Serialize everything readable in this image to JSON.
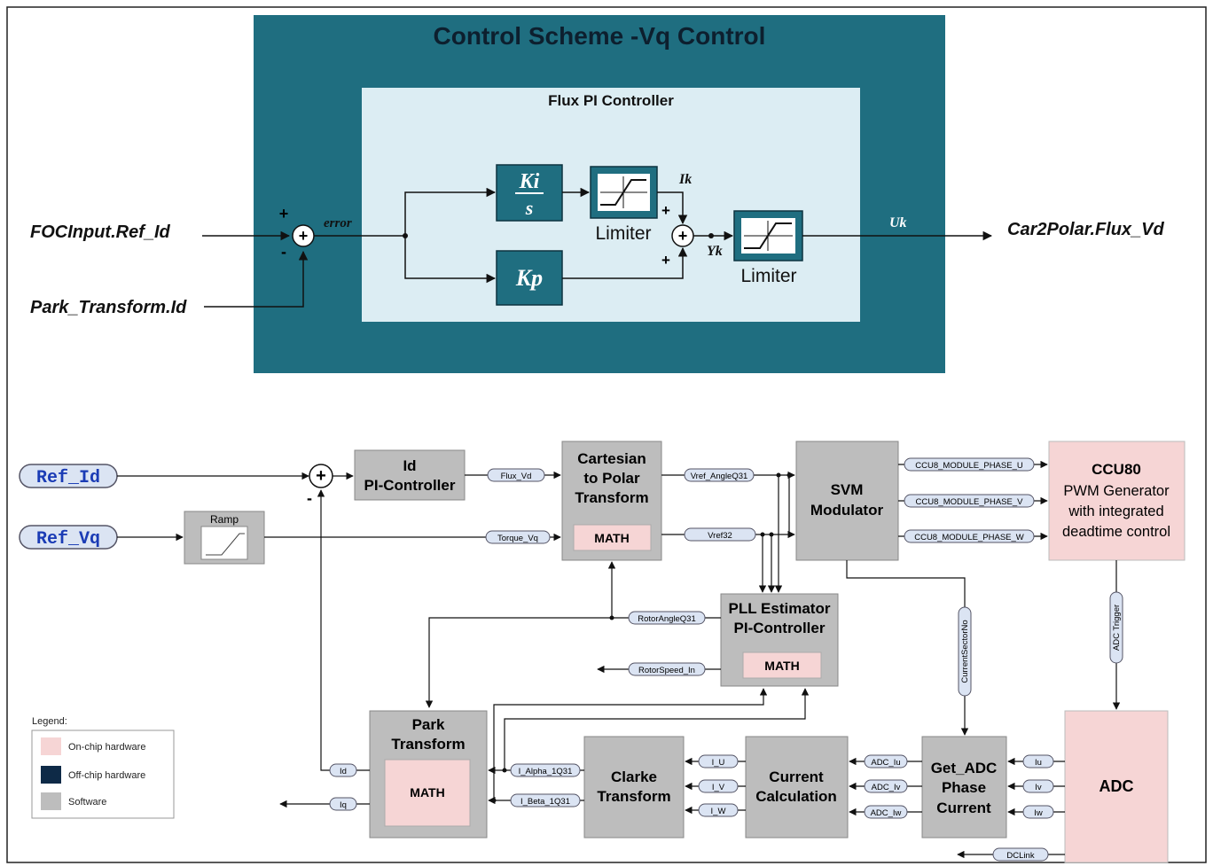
{
  "top": {
    "title": "Control Scheme -Vq Control",
    "inner_title": "Flux PI Controller",
    "input_ref": "FOCInput.Ref_Id",
    "input_fb": "Park_Transform.Id",
    "output": "Car2Polar.Flux_Vd",
    "error_label": "error",
    "ki_num": "Ki",
    "ki_den": "s",
    "kp": "Kp",
    "ik": "Ik",
    "yk": "Yk",
    "uk": "Uk",
    "limiter1": "Limiter",
    "limiter2": "Limiter",
    "plus": "+",
    "minus": "-"
  },
  "bottom": {
    "ref_id": "Ref_Id",
    "ref_vq": "Ref_Vq",
    "ramp": "Ramp",
    "id_pi_line1": "Id",
    "id_pi_line2": "PI-Controller",
    "cart_line1": "Cartesian",
    "cart_line2": "to Polar",
    "cart_line3": "Transform",
    "math": "MATH",
    "svm_line1": "SVM",
    "svm_line2": "Modulator",
    "ccu_line1": "CCU80",
    "ccu_line2": "PWM Generator",
    "ccu_line3": "with integrated",
    "ccu_line4": "deadtime control",
    "pll_line1": "PLL Estimator",
    "pll_line2": "PI-Controller",
    "park_line1": "Park",
    "park_line2": "Transform",
    "clarke_line1": "Clarke",
    "clarke_line2": "Transform",
    "current_line1": "Current",
    "current_line2": "Calculation",
    "getadc_line1": "Get_ADC",
    "getadc_line2": "Phase",
    "getadc_line3": "Current",
    "adc": "ADC",
    "signals": {
      "flux_vd": "Flux_Vd",
      "torque_vq": "Torque_Vq",
      "vref_angle": "Vref_AngleQ31",
      "vref32": "Vref32",
      "phase_u": "CCU8_MODULE_PHASE_U",
      "phase_v": "CCU8_MODULE_PHASE_V",
      "phase_w": "CCU8_MODULE_PHASE_W",
      "rotor_angle": "RotorAngleQ31",
      "rotor_speed": "RotorSpeed_In",
      "current_sector": "CurrentSectorNo",
      "adc_trigger": "ADC Trigger",
      "id": "Id",
      "iq": "Iq",
      "i_alpha": "I_Alpha_1Q31",
      "i_beta": "I_Beta_1Q31",
      "i_u": "I_U",
      "i_v": "I_V",
      "i_w": "I_W",
      "adc_iu": "ADC_Iu",
      "adc_iv": "ADC_Iv",
      "adc_iw": "ADC_Iw",
      "iu": "Iu",
      "iv": "Iv",
      "iw": "Iw",
      "dclink": "DCLink"
    },
    "legend": {
      "title": "Legend:",
      "onchip": "On-chip hardware",
      "offchip": "Off-chip hardware",
      "software": "Software"
    },
    "colors": {
      "software": "#bdbdbd",
      "onchip": "#f6d5d5",
      "offchip": "#0e2a47",
      "teal": "#1f6e80"
    }
  }
}
